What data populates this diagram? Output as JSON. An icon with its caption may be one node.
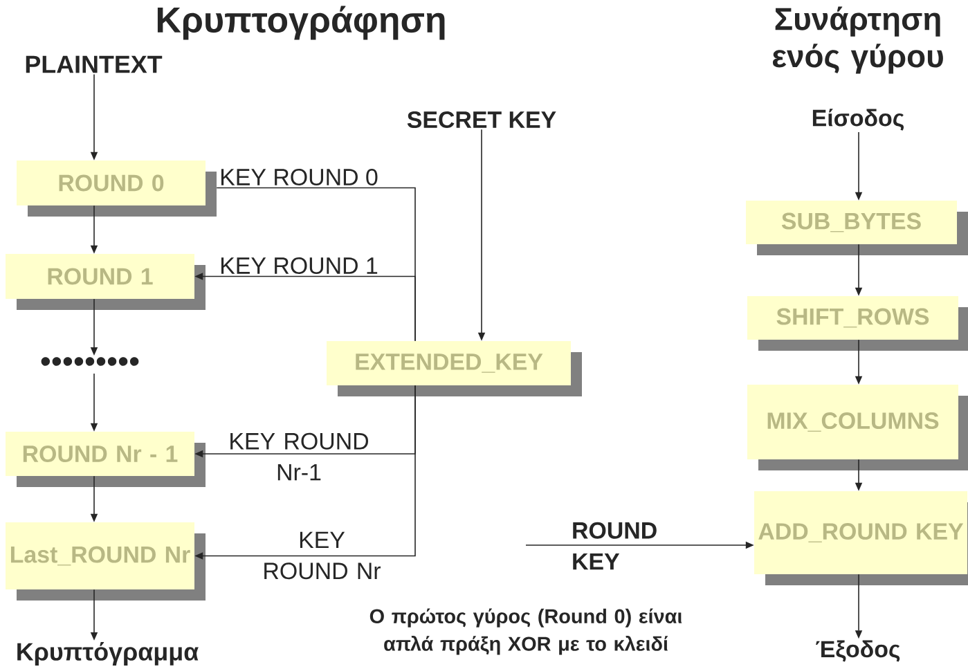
{
  "diagram": {
    "title": "Κρυπτογράφηση",
    "caption": "Ο πρώτος γύρος (Round 0) είναι απλά πράξη XOR με το κλειδί",
    "nodes": [
      {
        "text": [
          "PLAINTEXT"
        ]
      },
      {
        "text": [
          "ROUND 0"
        ]
      },
      {
        "text": [
          "ROUND 1"
        ]
      },
      {
        "text": [
          "•••••••••"
        ]
      },
      {
        "text": [
          "ROUND Nr - 1"
        ]
      },
      {
        "text": [
          "Last_ROUND Nr"
        ]
      },
      {
        "text": [
          "Κρυπτόγραμμα"
        ]
      },
      {
        "text": [
          "SECRET KEY"
        ]
      },
      {
        "text": [
          "EXTENDED_KEY"
        ]
      },
      {
        "text": [
          "Είσοδος"
        ]
      },
      {
        "text": [
          "SUB_BYTES"
        ]
      },
      {
        "text": [
          "SHIFT_ROWS"
        ]
      },
      {
        "text": [
          "MIX_COLUMNS"
        ]
      },
      {
        "text": [
          "ADD_ROUND KEY"
        ]
      },
      {
        "text": [
          "Έξοδος"
        ]
      }
    ],
    "edges": [
      {
        "from": 0,
        "to": 1,
        "arrow": "to"
      },
      {
        "from": 1,
        "to": 2,
        "arrow": "to"
      },
      {
        "from": 2,
        "to": 3,
        "arrow": "to"
      },
      {
        "from": 3,
        "to": 4,
        "arrow": "to"
      },
      {
        "from": 4,
        "to": 5,
        "arrow": "to"
      },
      {
        "from": 5,
        "to": 6,
        "arrow": "to"
      },
      {
        "from": 7,
        "to": 8,
        "arrow": "to"
      },
      {
        "from": 8,
        "to": 1,
        "arrow": "none",
        "label": "KEY ROUND 0"
      },
      {
        "from": 8,
        "to": 2,
        "arrow": "to",
        "label": "KEY ROUND 1"
      },
      {
        "from": 8,
        "to": 4,
        "arrow": "to",
        "label": "KEY ROUND Nr-1"
      },
      {
        "from": 8,
        "to": 5,
        "arrow": "to",
        "label": "KEY ROUND Nr"
      },
      {
        "from": 9,
        "to": 10,
        "arrow": "to"
      },
      {
        "from": 10,
        "to": 11,
        "arrow": "to"
      },
      {
        "from": 11,
        "to": 12,
        "arrow": "to"
      },
      {
        "from": 12,
        "to": 13,
        "arrow": "to"
      },
      {
        "from": 13,
        "to": 14,
        "arrow": "to"
      },
      {
        "from": null,
        "to": 13,
        "arrow": "to",
        "label": "ROUND KEY"
      }
    ],
    "labels": [
      "Συνάρτηση ενός γύρου"
    ]
  }
}
